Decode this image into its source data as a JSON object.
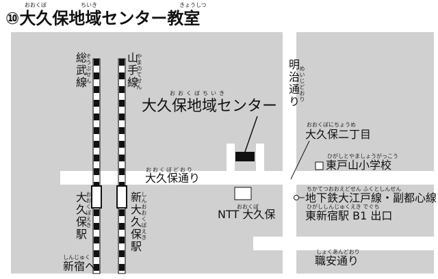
{
  "title": {
    "text": "⑩大久保地域センター教室",
    "ruby": [
      "おおくぼ",
      "ちいき",
      "きょうしつ"
    ]
  },
  "places": {
    "center": {
      "name": "大久保地域センター",
      "ruby": "おおくぼちいき"
    },
    "ntt": {
      "name": "NTT 大久保",
      "ruby": "おおくぼ"
    },
    "school": {
      "name": "東戸山小学校",
      "ruby": "ひがしとやましょうがっこう"
    },
    "itchome": {
      "name": "大久保二丁目",
      "ruby": "おおくぼにちょうめ"
    },
    "subway_line1": {
      "name": "地下鉄大江戸線・副都心線",
      "ruby": "ちかてつおおえどせん ふくとしんせん"
    },
    "subway_line2": {
      "name": "東新宿駅 B1 出口",
      "ruby": "ひがししんじゅくえき でぐち"
    }
  },
  "roads": {
    "okubo_dori": {
      "name": "大久保通り",
      "ruby": "おおくぼどおり"
    },
    "meiji_dori": {
      "name": "明治通り",
      "ruby": "めいじどおり"
    },
    "shokuan_dori": {
      "name": "職安通り",
      "ruby": "しょくあんどおり"
    }
  },
  "rail": {
    "sobu": {
      "name": "総武線",
      "ruby": "そうぶせん"
    },
    "yamanote": {
      "name": "山手線",
      "ruby": "やまのてせん"
    },
    "okubo_station": {
      "name": "大久保駅",
      "ruby": "おおくぼえき"
    },
    "shin_okubo_station": {
      "name": "新大久保駅",
      "ruby": "しんおおくぼえき"
    },
    "to_shinjuku": {
      "name": "新宿へ",
      "ruby": "しんじゅく"
    }
  },
  "colors": {
    "block": "#d0d0d0",
    "road": "#ffffff",
    "ink": "#111111",
    "building": "#111111"
  }
}
